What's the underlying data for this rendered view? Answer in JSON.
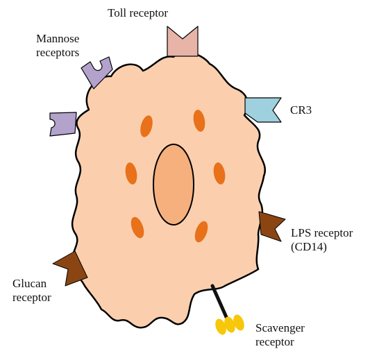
{
  "labels": {
    "toll": "Toll receptor",
    "mannose": "Mannose\nreceptors",
    "cr3": "CR3",
    "lps": "LPS receptor\n(CD14)",
    "glucan": "Glucan\nreceptor",
    "scavenger": "Scavenger\nreceptor"
  },
  "colors": {
    "cytoplasm": "#fbcfae",
    "nucleus": "#f5b07e",
    "granule": "#e8711a",
    "toll_receptor": "#e8b4a8",
    "mannose_receptor": "#b3a2cc",
    "cr3": "#9fd0de",
    "lps_receptor": "#8b4513",
    "glucan_receptor": "#8b4513",
    "scavenger_stalk": "#111111",
    "scavenger_head": "#f7c70a"
  }
}
